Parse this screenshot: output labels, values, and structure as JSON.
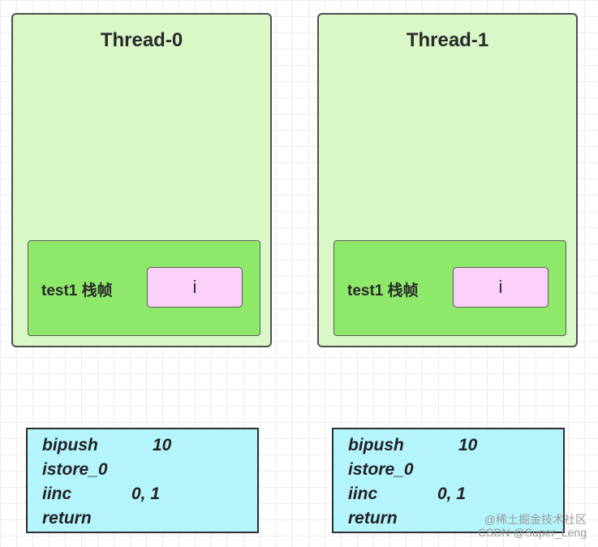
{
  "threads": [
    {
      "title": "Thread-0",
      "frame_label": "test1 栈帧",
      "variable": "i",
      "code": [
        {
          "op": "bipush",
          "arg": "10"
        },
        {
          "op": "istore_0",
          "arg": ""
        },
        {
          "op": "iinc",
          "arg": "0, 1"
        },
        {
          "op": "return",
          "arg": ""
        }
      ]
    },
    {
      "title": "Thread-1",
      "frame_label": "test1 栈帧",
      "variable": "i",
      "code": [
        {
          "op": "bipush",
          "arg": "10"
        },
        {
          "op": "istore_0",
          "arg": ""
        },
        {
          "op": "iinc",
          "arg": "0, 1"
        },
        {
          "op": "return",
          "arg": ""
        }
      ]
    }
  ],
  "watermark": {
    "line1": "@稀土掘金技术社区",
    "line2": "CSDN @Super_Leng"
  }
}
